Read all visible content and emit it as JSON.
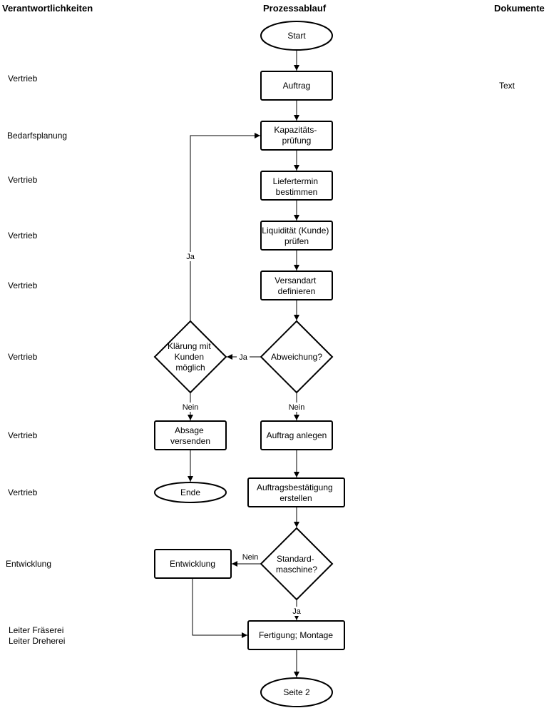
{
  "headers": {
    "responsibilities": "Verantwortlichkeiten",
    "process": "Prozessablauf",
    "documents": "Dokumente"
  },
  "responsibilities": [
    "Vertrieb",
    "Bedarfsplanung",
    "Vertrieb",
    "Vertrieb",
    "Vertrieb",
    "Vertrieb",
    "Vertrieb",
    "Vertrieb",
    "Entwicklung",
    "Leiter Fräserei\nLeiter Dreherei"
  ],
  "documents": [
    "Text"
  ],
  "nodes": {
    "start": "Start",
    "auftrag": [
      "Auftrag"
    ],
    "kapazitaet": [
      "Kapazitäts-",
      "prüfung"
    ],
    "liefertermin": [
      "Liefertermin",
      "bestimmen"
    ],
    "liquiditaet": [
      "Liquidität (Kunde)",
      "prüfen"
    ],
    "versandart": [
      "Versandart",
      "definieren"
    ],
    "abweichung": [
      "Abweichung?"
    ],
    "klaerung": [
      "Klärung mit",
      "Kunden",
      "möglich"
    ],
    "absage": [
      "Absage",
      "versenden"
    ],
    "ende": "Ende",
    "auftrag_anlegen": [
      "Auftrag anlegen"
    ],
    "auftragsbestaetigung": [
      "Auftragsbestätigung",
      "erstellen"
    ],
    "standardmaschine": [
      "Standard-",
      "maschine?"
    ],
    "entwicklung": [
      "Entwicklung"
    ],
    "fertigung": [
      "Fertigung; Montage"
    ],
    "seite2": "Seite 2"
  },
  "edge_labels": {
    "abweichung_ja": "Ja",
    "klaerung_ja": "Ja",
    "klaerung_nein": "Nein",
    "abweichung_nein": "Nein",
    "standard_nein": "Nein",
    "standard_ja": "Ja"
  }
}
